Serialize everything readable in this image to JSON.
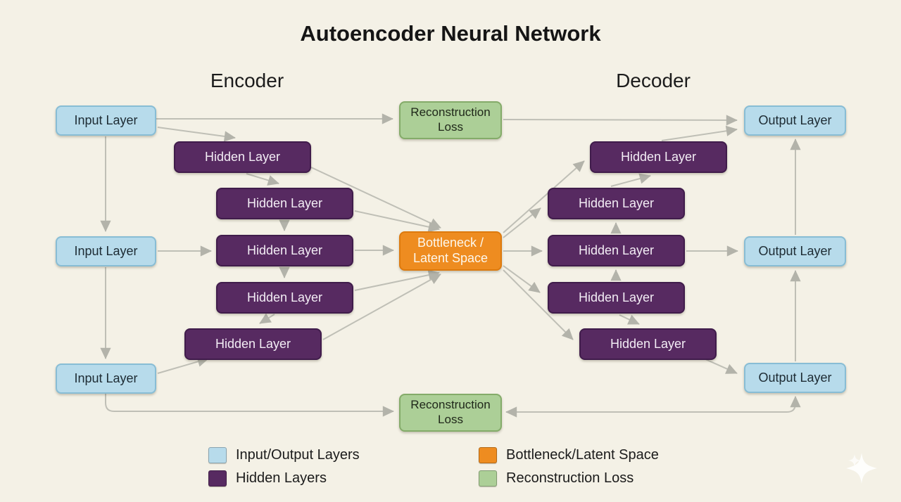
{
  "title": "Autoencoder Neural Network",
  "sections": {
    "encoder": "Encoder",
    "decoder": "Decoder"
  },
  "colors": {
    "background": "#f4f1e6",
    "io_fill": "#b7dbeb",
    "io_border": "#88bdd5",
    "hidden_fill": "#572a61",
    "hidden_border": "#401c4b",
    "bottleneck_fill": "#ee8c20",
    "bottleneck_border": "#dd7a0e",
    "loss_fill": "#accf97",
    "loss_border": "#84ab69",
    "arrow": "#bfbfb6"
  },
  "nodes": {
    "input_layers": [
      {
        "label": "Input Layer"
      },
      {
        "label": "Input Layer"
      },
      {
        "label": "Input Layer"
      }
    ],
    "encoder_hidden": [
      {
        "label": "Hidden Layer"
      },
      {
        "label": "Hidden Layer"
      },
      {
        "label": "Hidden Layer"
      },
      {
        "label": "Hidden Layer"
      },
      {
        "label": "Hidden Layer"
      }
    ],
    "bottleneck": {
      "label": "Bottleneck / Latent Space"
    },
    "reconstruction_loss_top": {
      "label": "Reconstruction Loss"
    },
    "reconstruction_loss_bottom": {
      "label": "Reconstruction Loss"
    },
    "decoder_hidden": [
      {
        "label": "Hidden Layer"
      },
      {
        "label": "Hidden Layer"
      },
      {
        "label": "Hidden Layer"
      },
      {
        "label": "Hidden Layer"
      },
      {
        "label": "Hidden Layer"
      }
    ],
    "output_layers": [
      {
        "label": "Output Layer"
      },
      {
        "label": "Output Layer"
      },
      {
        "label": "Output Layer"
      }
    ]
  },
  "legend": {
    "items": [
      {
        "label": "Input/Output Layers",
        "color": "#b7dbeb"
      },
      {
        "label": "Hidden Layers",
        "color": "#572a61"
      },
      {
        "label": "Bottleneck/Latent Space",
        "color": "#ee8c20"
      },
      {
        "label": "Reconstruction Loss",
        "color": "#accf97"
      }
    ]
  }
}
